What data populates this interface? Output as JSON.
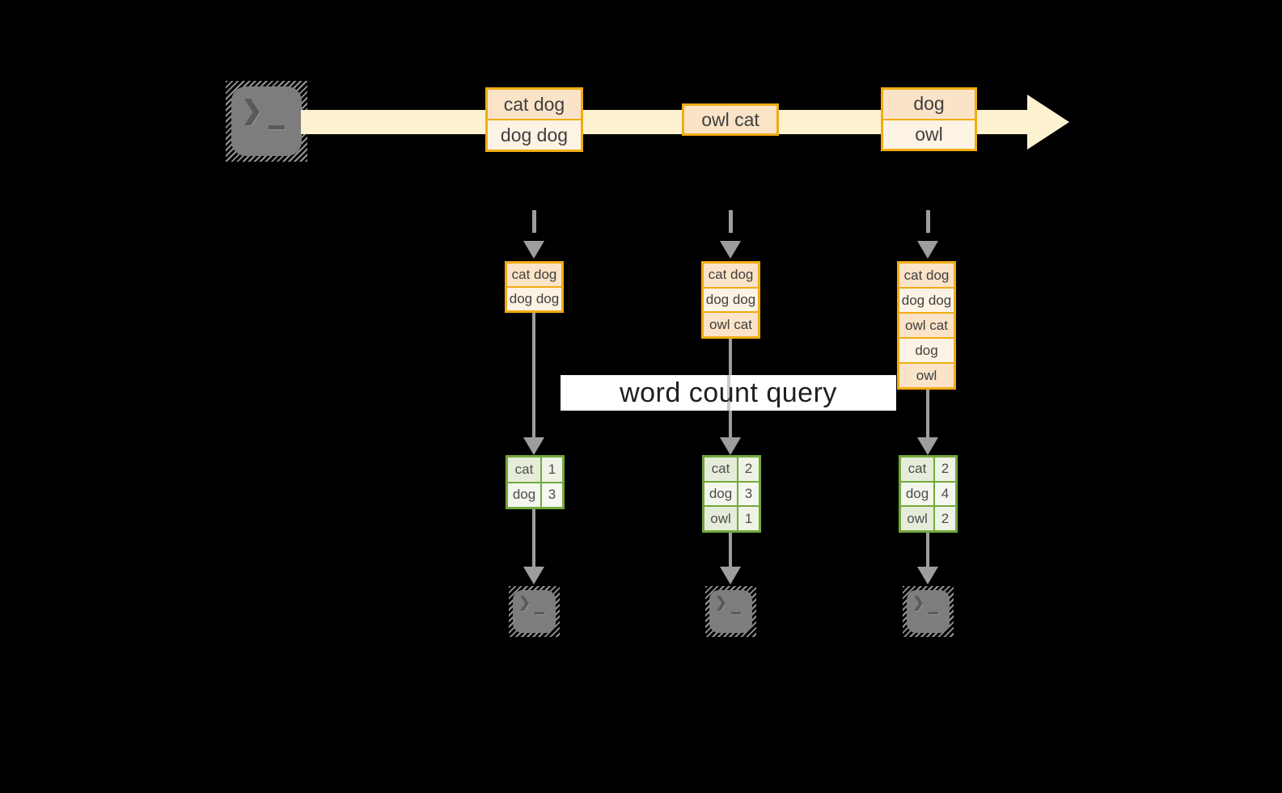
{
  "query_label": "word count query",
  "events": [
    {
      "rows": [
        "cat dog",
        "dog dog"
      ]
    },
    {
      "rows": [
        "owl cat"
      ]
    },
    {
      "rows": [
        "dog",
        "owl"
      ]
    }
  ],
  "states": [
    {
      "rows": [
        "cat dog",
        "dog dog"
      ]
    },
    {
      "rows": [
        "cat dog",
        "dog dog",
        "owl cat"
      ]
    },
    {
      "rows": [
        "cat dog",
        "dog dog",
        "owl cat",
        "dog",
        "owl"
      ]
    }
  ],
  "counts": [
    {
      "rows": [
        {
          "word": "cat",
          "value": "1"
        },
        {
          "word": "dog",
          "value": "3"
        }
      ]
    },
    {
      "rows": [
        {
          "word": "cat",
          "value": "2"
        },
        {
          "word": "dog",
          "value": "3"
        },
        {
          "word": "owl",
          "value": "1"
        }
      ]
    },
    {
      "rows": [
        {
          "word": "cat",
          "value": "2"
        },
        {
          "word": "dog",
          "value": "4"
        },
        {
          "word": "owl",
          "value": "2"
        }
      ]
    }
  ],
  "icons": {
    "source": "terminal-prompt-icon",
    "sinks": [
      "terminal-prompt-icon",
      "terminal-prompt-icon",
      "terminal-prompt-icon"
    ]
  },
  "colors": {
    "background": "#000000",
    "stream_band": "#fdf2cf",
    "orange_border": "#f0ac12",
    "orange_fill_dark": "#fae3c7",
    "orange_fill_light": "#fdf3e4",
    "green_border": "#74a83c",
    "green_fill_dark": "#e5edda",
    "green_fill_light": "#f2f6ec",
    "arrow_gray": "#9d9d9d",
    "terminal_gray": "#7d7d7d",
    "label_bg": "#ffffff"
  }
}
